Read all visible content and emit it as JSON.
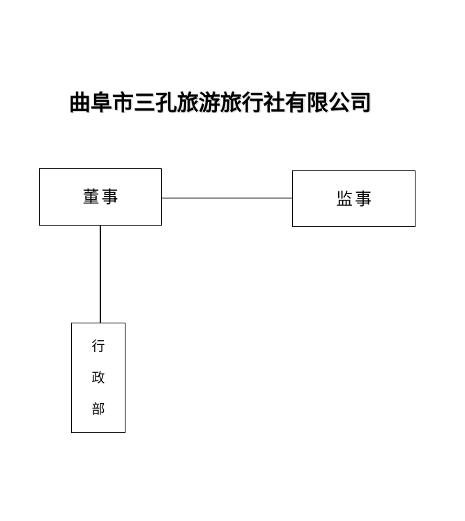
{
  "document": {
    "title": "曲阜市三孔旅游旅行社有限公司",
    "type": "organization-chart",
    "background_color": "#ffffff",
    "line_color": "#000000",
    "text_color": "#000000"
  },
  "org_chart": {
    "nodes": [
      {
        "id": "director",
        "label": "董事",
        "orientation": "horizontal",
        "level": 1
      },
      {
        "id": "supervisor",
        "label": "监事",
        "orientation": "horizontal",
        "level": 1
      },
      {
        "id": "admin-department",
        "label": "行政部",
        "label_vertical": "行\n政\n部",
        "orientation": "vertical",
        "level": 2
      }
    ],
    "connectors": [
      {
        "id": "director-to-supervisor",
        "from": "director",
        "to": "supervisor",
        "direction": "horizontal"
      },
      {
        "id": "director-to-admin",
        "from": "director",
        "to": "admin-department",
        "direction": "vertical"
      }
    ]
  }
}
